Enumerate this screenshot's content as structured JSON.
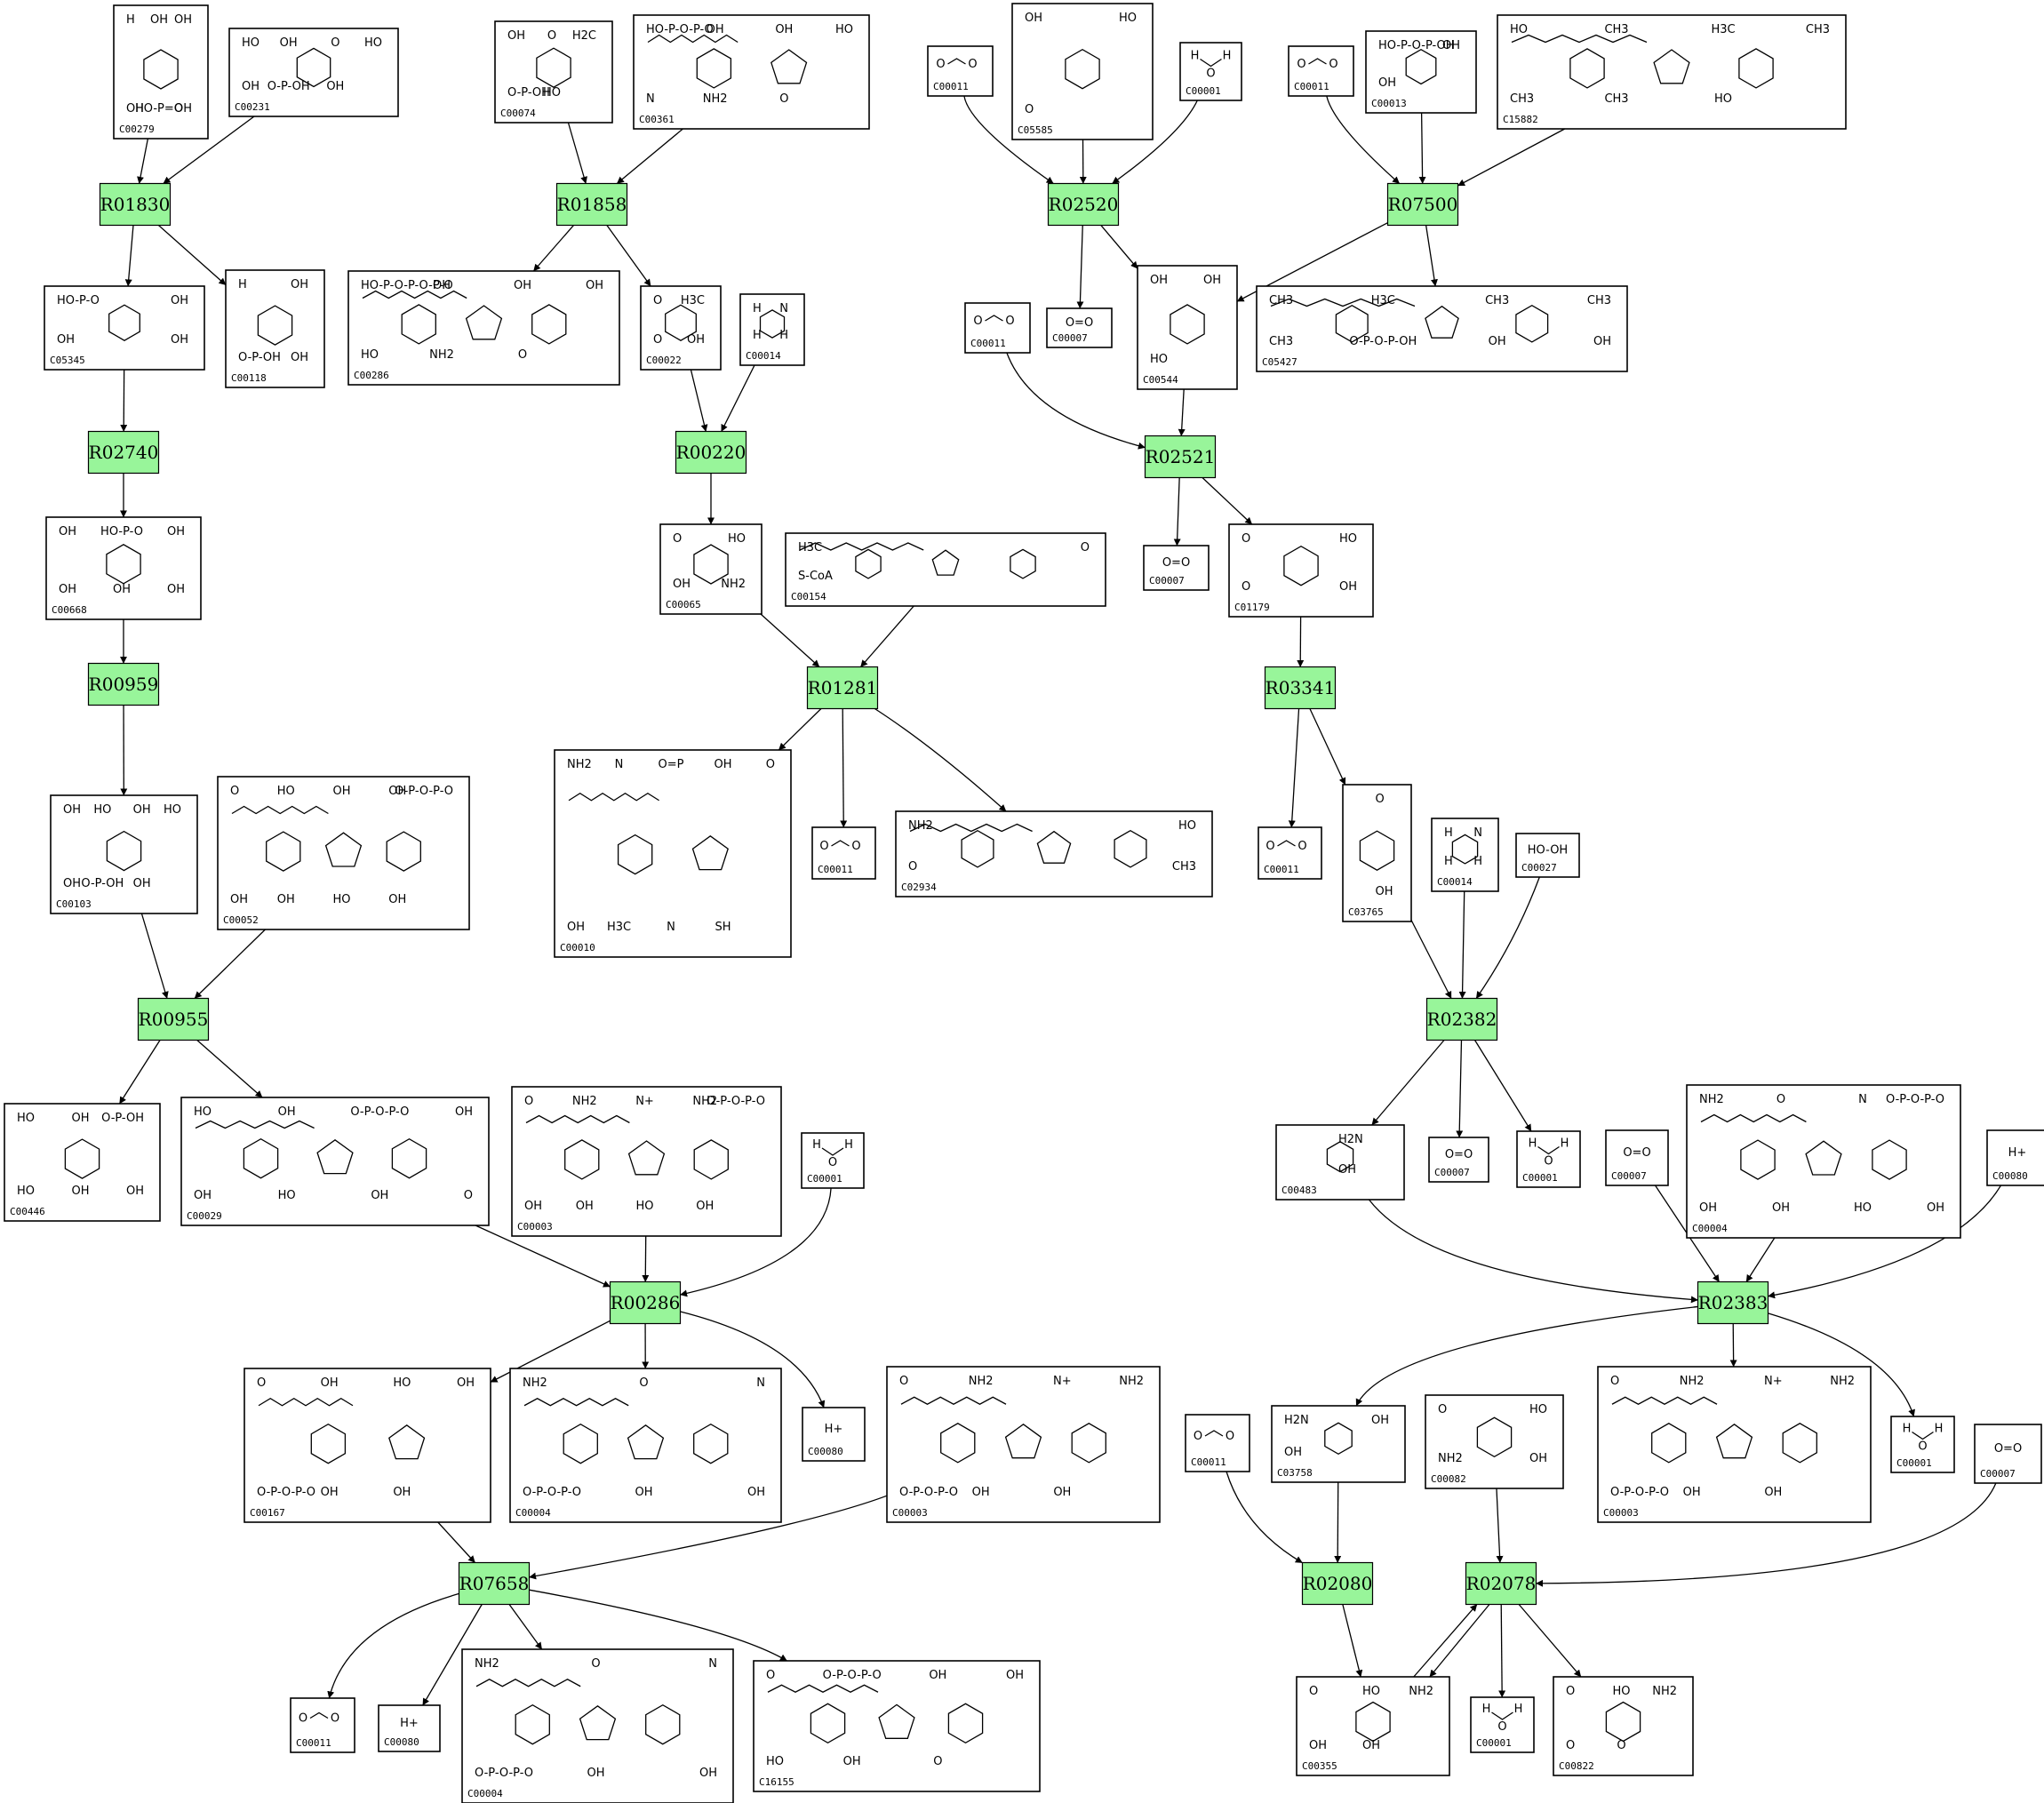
{
  "reactions": [
    {
      "id": "R01830"
    },
    {
      "id": "R01858"
    },
    {
      "id": "R02520"
    },
    {
      "id": "R07500"
    },
    {
      "id": "R02740"
    },
    {
      "id": "R00220"
    },
    {
      "id": "R02521"
    },
    {
      "id": "R00959"
    },
    {
      "id": "R01281"
    },
    {
      "id": "R03341"
    },
    {
      "id": "R00955"
    },
    {
      "id": "R02382"
    },
    {
      "id": "R00286"
    },
    {
      "id": "R02383"
    },
    {
      "id": "R07658"
    },
    {
      "id": "R02080"
    },
    {
      "id": "R02078"
    }
  ],
  "compounds": [
    {
      "key": "n1",
      "id": "C00279",
      "formula": [
        "H",
        "OH",
        "OH",
        "OH",
        "HO-P=O",
        "OH"
      ]
    },
    {
      "key": "n2",
      "id": "C00231",
      "formula": [
        "HO",
        "OH",
        "O",
        "HO",
        "OH",
        "O-P-OH",
        "OH"
      ]
    },
    {
      "key": "n3",
      "id": "C00074",
      "formula": [
        "OH",
        "O",
        "H2C",
        "O-P-OH",
        "HO"
      ]
    },
    {
      "key": "n4",
      "id": "C00361",
      "formula": [
        "HO-P-O-P-O",
        "OH",
        "OH",
        "HO",
        "N",
        "NH2",
        "O"
      ]
    },
    {
      "key": "n5",
      "id": "C00011",
      "formula": [
        "O",
        "C",
        "O"
      ]
    },
    {
      "key": "n6",
      "id": "C05585",
      "formula": [
        "OH",
        "HO",
        "O"
      ]
    },
    {
      "key": "n7",
      "id": "C00001",
      "formula": [
        "H",
        "O",
        "H"
      ]
    },
    {
      "key": "n8",
      "id": "C00011",
      "formula": [
        "O",
        "C",
        "O"
      ]
    },
    {
      "key": "n9",
      "id": "C00013",
      "formula": [
        "HO-P-O-P-OH",
        "OH",
        "OH"
      ]
    },
    {
      "key": "n10",
      "id": "C15882",
      "formula": [
        "HO",
        "CH3",
        "H3C",
        "CH3",
        "CH3",
        "CH3",
        "HO"
      ]
    },
    {
      "key": "n11",
      "id": "C05345",
      "formula": [
        "HO-P-O",
        "OH",
        "OH",
        "OH"
      ]
    },
    {
      "key": "n12",
      "id": "C00118",
      "formula": [
        "H",
        "OH",
        "O-P-OH",
        "OH"
      ]
    },
    {
      "key": "n13",
      "id": "C00286",
      "formula": [
        "HO-P-O-P-O-P-O",
        "OH",
        "OH",
        "OH",
        "HO",
        "NH2",
        "O"
      ]
    },
    {
      "key": "n14",
      "id": "C00022",
      "formula": [
        "O",
        "H3C",
        "O",
        "OH"
      ]
    },
    {
      "key": "n15",
      "id": "C00014",
      "formula": [
        "H",
        "N",
        "H",
        "H"
      ]
    },
    {
      "key": "n16",
      "id": "C00011",
      "formula": [
        "O",
        "C",
        "O"
      ]
    },
    {
      "key": "n17",
      "id": "C00007",
      "formula": [
        "O=O"
      ]
    },
    {
      "key": "n18",
      "id": "C00544",
      "formula": [
        "OH",
        "OH",
        "HO"
      ]
    },
    {
      "key": "n19",
      "id": "C05427",
      "formula": [
        "CH3",
        "H3C",
        "CH3",
        "CH3",
        "CH3",
        "O-P-O-P-OH",
        "OH",
        "OH"
      ]
    },
    {
      "key": "n20",
      "id": "C00668",
      "formula": [
        "OH",
        "HO-P-O",
        "OH",
        "OH",
        "OH",
        "OH"
      ]
    },
    {
      "key": "n21",
      "id": "C00065",
      "formula": [
        "O",
        "HO",
        "OH",
        "NH2"
      ]
    },
    {
      "key": "n22",
      "id": "C00154",
      "formula": [
        "H3C",
        "O",
        "S-CoA"
      ]
    },
    {
      "key": "n23",
      "id": "C00007",
      "formula": [
        "O=O"
      ]
    },
    {
      "key": "n24",
      "id": "C01179",
      "formula": [
        "O",
        "HO",
        "O",
        "OH"
      ]
    },
    {
      "key": "n25",
      "id": "C00103",
      "formula": [
        "OH",
        "HO",
        "OH",
        "HO",
        "OH",
        "O-P-OH",
        "OH"
      ]
    },
    {
      "key": "n26",
      "id": "C00052",
      "formula": [
        "O",
        "HO",
        "OH",
        "OH",
        "O-P-O-P-O",
        "OH",
        "OH",
        "HO",
        "OH"
      ]
    },
    {
      "key": "n27",
      "id": "C00010",
      "formula": [
        "NH2",
        "N",
        "O=P",
        "OH",
        "O",
        "OH",
        "H3C",
        "N",
        "SH"
      ]
    },
    {
      "key": "n28",
      "id": "C00011",
      "formula": [
        "O",
        "C",
        "O"
      ]
    },
    {
      "key": "n29",
      "id": "C02934",
      "formula": [
        "NH2",
        "HO",
        "O",
        "CH3"
      ]
    },
    {
      "key": "n30",
      "id": "C00011",
      "formula": [
        "O",
        "C",
        "O"
      ]
    },
    {
      "key": "n31",
      "id": "C03765",
      "formula": [
        "O",
        "OH"
      ]
    },
    {
      "key": "n32",
      "id": "C00014",
      "formula": [
        "H",
        "N",
        "H",
        "H"
      ]
    },
    {
      "key": "n33",
      "id": "C00027",
      "formula": [
        "HO-OH"
      ]
    },
    {
      "key": "n34",
      "id": "C00446",
      "formula": [
        "HO",
        "OH",
        "O-P-OH",
        "HO",
        "OH",
        "OH"
      ]
    },
    {
      "key": "n35",
      "id": "C00029",
      "formula": [
        "HO",
        "OH",
        "O-P-O-P-O",
        "OH",
        "OH",
        "HO",
        "OH",
        "O"
      ]
    },
    {
      "key": "n36",
      "id": "C00003",
      "formula": [
        "O",
        "NH2",
        "N+",
        "NH2",
        "O-P-O-P-O",
        "OH",
        "OH",
        "HO",
        "OH"
      ]
    },
    {
      "key": "n37",
      "id": "C00001",
      "formula": [
        "H",
        "O",
        "H"
      ]
    },
    {
      "key": "n38",
      "id": "C00483",
      "formula": [
        "H2N",
        "OH"
      ]
    },
    {
      "key": "n39",
      "id": "C00007",
      "formula": [
        "O=O"
      ]
    },
    {
      "key": "n40",
      "id": "C00001",
      "formula": [
        "H",
        "O",
        "H"
      ]
    },
    {
      "key": "n41",
      "id": "C00007",
      "formula": [
        "O=O"
      ]
    },
    {
      "key": "n42",
      "id": "C00004",
      "formula": [
        "NH2",
        "O",
        "N",
        "O-P-O-P-O",
        "OH",
        "OH",
        "HO",
        "OH"
      ]
    },
    {
      "key": "n43",
      "id": "C00080",
      "formula": [
        "H+"
      ]
    },
    {
      "key": "n44",
      "id": "C00167",
      "formula": [
        "O",
        "OH",
        "HO",
        "OH",
        "O-P-O-P-O",
        "OH",
        "OH"
      ]
    },
    {
      "key": "n45",
      "id": "C00004",
      "formula": [
        "NH2",
        "O",
        "N",
        "O-P-O-P-O",
        "OH",
        "OH"
      ]
    },
    {
      "key": "n46",
      "id": "C00080",
      "formula": [
        "H+"
      ]
    },
    {
      "key": "n47",
      "id": "C00003",
      "formula": [
        "O",
        "NH2",
        "N+",
        "NH2",
        "O-P-O-P-O",
        "OH",
        "OH"
      ]
    },
    {
      "key": "n48",
      "id": "C00011",
      "formula": [
        "O",
        "C",
        "O"
      ]
    },
    {
      "key": "n49",
      "id": "C03758",
      "formula": [
        "H2N",
        "OH",
        "OH"
      ]
    },
    {
      "key": "n50",
      "id": "C00082",
      "formula": [
        "O",
        "HO",
        "NH2",
        "OH"
      ]
    },
    {
      "key": "n51",
      "id": "C00003",
      "formula": [
        "O",
        "NH2",
        "N+",
        "NH2",
        "O-P-O-P-O",
        "OH",
        "OH"
      ]
    },
    {
      "key": "n52",
      "id": "C00001",
      "formula": [
        "H",
        "O",
        "H"
      ]
    },
    {
      "key": "n53",
      "id": "C00007",
      "formula": [
        "O=O"
      ]
    },
    {
      "key": "n54",
      "id": "C00011",
      "formula": [
        "O",
        "C",
        "O"
      ]
    },
    {
      "key": "n55",
      "id": "C00080",
      "formula": [
        "H+"
      ]
    },
    {
      "key": "n56",
      "id": "C00004",
      "formula": [
        "NH2",
        "O",
        "N",
        "O-P-O-P-O",
        "OH",
        "OH"
      ]
    },
    {
      "key": "n57",
      "id": "C16155",
      "formula": [
        "O",
        "O-P-O-P-O",
        "OH",
        "OH",
        "HO",
        "OH",
        "O"
      ]
    },
    {
      "key": "n58",
      "id": "C00355",
      "formula": [
        "O",
        "HO",
        "NH2",
        "OH",
        "OH"
      ]
    },
    {
      "key": "n59",
      "id": "C00001",
      "formula": [
        "H",
        "O",
        "H"
      ]
    },
    {
      "key": "n60",
      "id": "C00822",
      "formula": [
        "O",
        "HO",
        "NH2",
        "O",
        "O"
      ]
    }
  ],
  "edges": [
    [
      "n1",
      "R01830"
    ],
    [
      "n2",
      "R01830"
    ],
    [
      "R01830",
      "n11"
    ],
    [
      "R01830",
      "n12"
    ],
    [
      "n3",
      "R01858"
    ],
    [
      "n4",
      "R01858"
    ],
    [
      "R01858",
      "n13"
    ],
    [
      "R01858",
      "n14"
    ],
    [
      "n5",
      "R02520"
    ],
    [
      "n6",
      "R02520"
    ],
    [
      "n7",
      "R02520"
    ],
    [
      "R02520",
      "n17"
    ],
    [
      "R02520",
      "n18"
    ],
    [
      "n8",
      "R07500"
    ],
    [
      "n9",
      "R07500"
    ],
    [
      "n10",
      "R07500"
    ],
    [
      "R07500",
      "n18"
    ],
    [
      "R07500",
      "n19"
    ],
    [
      "n11",
      "R02740"
    ],
    [
      "R02740",
      "n20"
    ],
    [
      "n14",
      "R00220"
    ],
    [
      "n15",
      "R00220"
    ],
    [
      "R00220",
      "n21"
    ],
    [
      "n16",
      "R02521"
    ],
    [
      "n18",
      "R02521"
    ],
    [
      "R02521",
      "n23"
    ],
    [
      "R02521",
      "n24"
    ],
    [
      "n20",
      "R00959"
    ],
    [
      "R00959",
      "n25"
    ],
    [
      "n21",
      "R01281"
    ],
    [
      "n22",
      "R01281"
    ],
    [
      "R01281",
      "n27"
    ],
    [
      "R01281",
      "n28"
    ],
    [
      "R01281",
      "n29"
    ],
    [
      "n24",
      "R03341"
    ],
    [
      "R03341",
      "n30"
    ],
    [
      "R03341",
      "n31"
    ],
    [
      "n25",
      "R00955"
    ],
    [
      "n26",
      "R00955"
    ],
    [
      "R00955",
      "n34"
    ],
    [
      "R00955",
      "n35"
    ],
    [
      "n31",
      "R02382"
    ],
    [
      "n32",
      "R02382"
    ],
    [
      "n33",
      "R02382"
    ],
    [
      "R02382",
      "n38"
    ],
    [
      "R02382",
      "n39"
    ],
    [
      "R02382",
      "n40"
    ],
    [
      "n35",
      "R00286"
    ],
    [
      "n36",
      "R00286"
    ],
    [
      "n37",
      "R00286"
    ],
    [
      "R00286",
      "n44"
    ],
    [
      "R00286",
      "n45"
    ],
    [
      "R00286",
      "n46"
    ],
    [
      "n38",
      "R02383"
    ],
    [
      "n41",
      "R02383"
    ],
    [
      "n42",
      "R02383"
    ],
    [
      "n43",
      "R02383"
    ],
    [
      "R02383",
      "n49"
    ],
    [
      "R02383",
      "n51"
    ],
    [
      "R02383",
      "n52"
    ],
    [
      "n44",
      "R07658"
    ],
    [
      "n47",
      "R07658"
    ],
    [
      "R07658",
      "n54"
    ],
    [
      "R07658",
      "n55"
    ],
    [
      "R07658",
      "n56"
    ],
    [
      "R07658",
      "n57"
    ],
    [
      "n48",
      "R02080"
    ],
    [
      "n49",
      "R02080"
    ],
    [
      "R02080",
      "n58"
    ],
    [
      "n50",
      "R02078"
    ],
    [
      "n53",
      "R02078"
    ],
    [
      "n58",
      "R02078"
    ],
    [
      "R02078",
      "n58"
    ],
    [
      "R02078",
      "n59"
    ],
    [
      "R02078",
      "n60"
    ]
  ]
}
